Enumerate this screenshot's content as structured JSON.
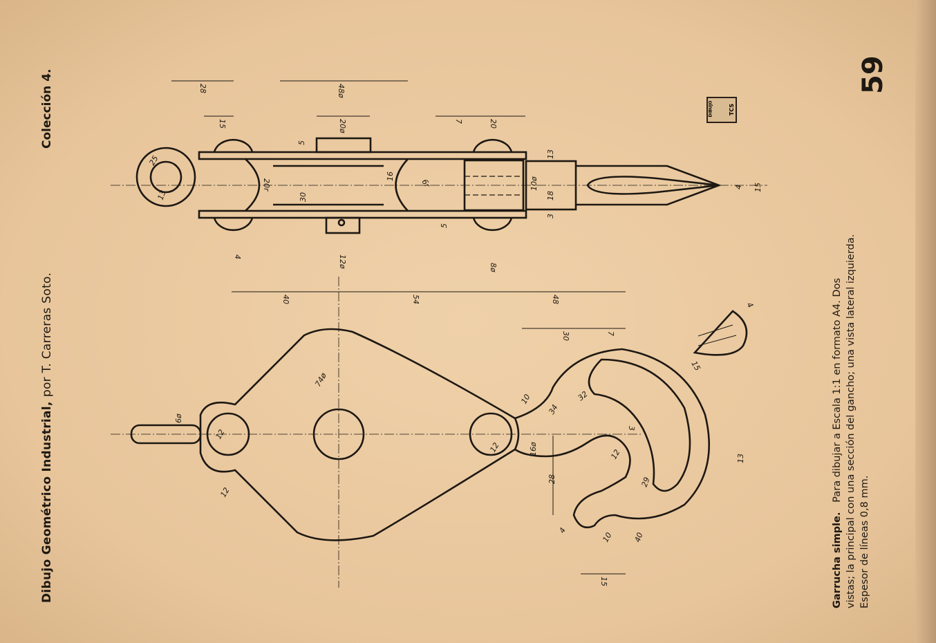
{
  "header": {
    "title_bold": "Dibujo Geométrico Industrial,",
    "title_author": "por T. Carreras Soto.",
    "collection": "Colección 4."
  },
  "page_number": "59",
  "logo": {
    "top": "DIBUJO",
    "bottom": "TCS"
  },
  "caption": {
    "title": "Garrucha simple.",
    "line1": "Para dibujar a Escala 1:1 en formato A4. Dos",
    "line2": "vistas; la principal con una sección del gancho; una vista lateral izquierda.",
    "line3": "Espesor de líneas 0,8 mm."
  },
  "dimensions": {
    "side_view": [
      "28",
      "48ø",
      "15",
      "20ø",
      "7",
      "20",
      "25",
      "13",
      "20r",
      "5",
      "30",
      "16",
      "6r",
      "5",
      "12ø",
      "4",
      "8ø",
      "13",
      "10ø",
      "18",
      "3",
      "4",
      "15"
    ],
    "main_view": [
      "40",
      "54",
      "48",
      "74ø",
      "6ø",
      "12",
      "12",
      "12",
      "30",
      "7",
      "10",
      "34",
      "32",
      "16ø",
      "28",
      "3",
      "12",
      "29",
      "13",
      "40",
      "4",
      "10",
      "15",
      "15",
      "4"
    ]
  }
}
